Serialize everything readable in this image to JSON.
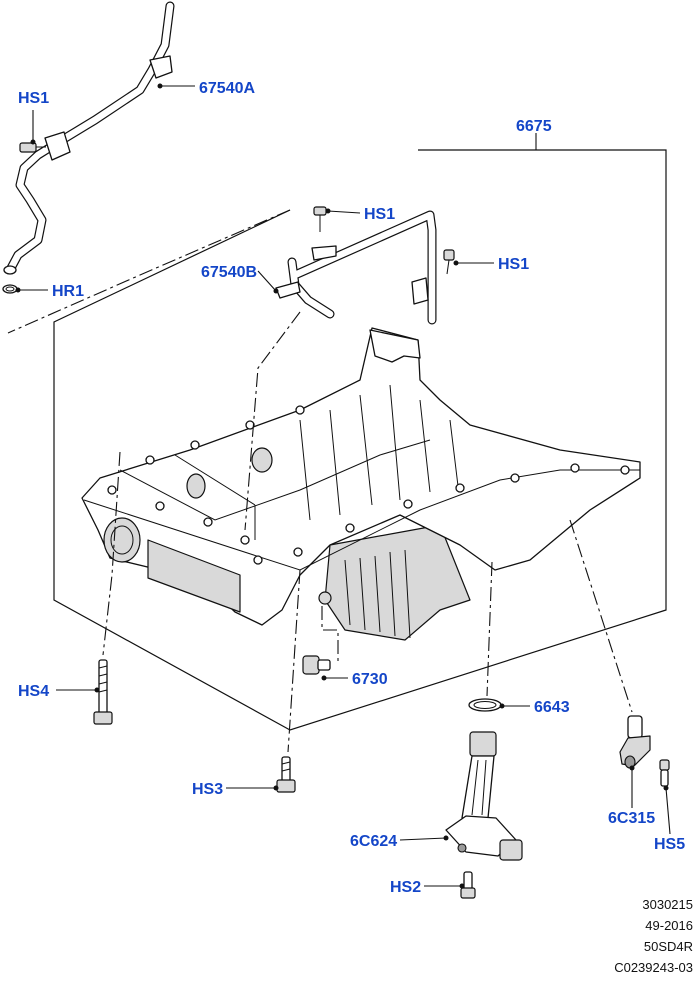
{
  "callouts": {
    "hs1_top": "HS1",
    "p67540a": "67540A",
    "hr1": "HR1",
    "p6675": "6675",
    "hs1_mid": "HS1",
    "hs1_right": "HS1",
    "p67540b": "67540B",
    "hs4": "HS4",
    "p6730": "6730",
    "p6643": "6643",
    "hs3": "HS3",
    "p6c624": "6C624",
    "hs2": "HS2",
    "p6c315": "6C315",
    "hs5": "HS5"
  },
  "footer": {
    "line1": "3030215",
    "line2": "49-2016",
    "line3": "50SD4R",
    "line4": "C0239243-03"
  },
  "colors": {
    "callout": "#1446c8",
    "line": "#111111",
    "shade": "#d9d9d9"
  }
}
